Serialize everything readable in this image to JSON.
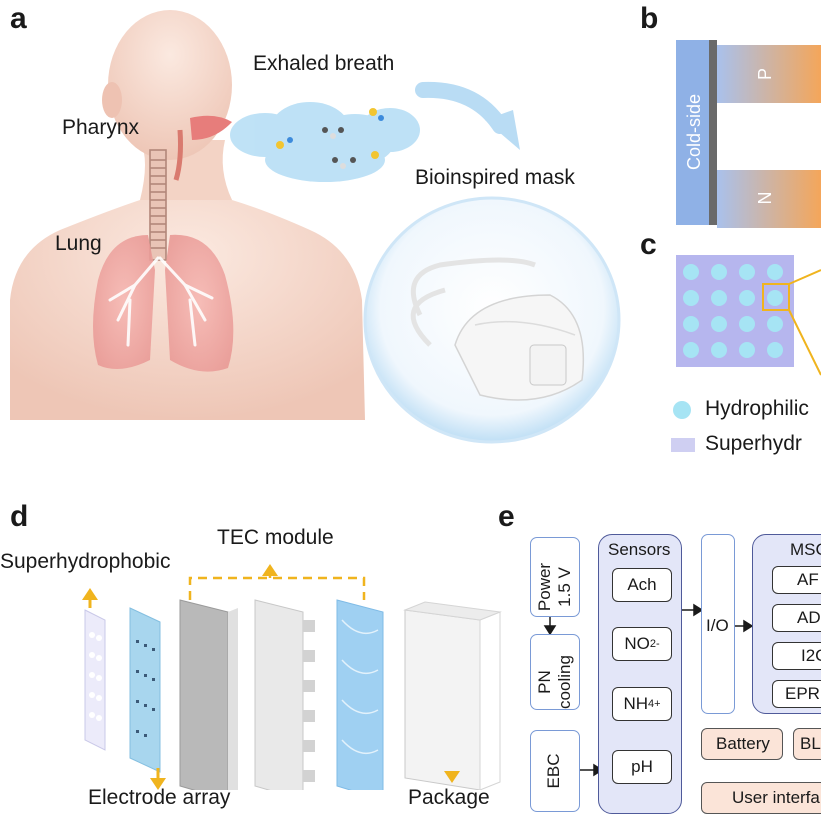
{
  "panel_a": {
    "letter": "a",
    "pharynx": "Pharynx",
    "lung": "Lung",
    "exhaled_breath": "Exhaled breath",
    "mask": "Bioinspired mask"
  },
  "panel_b": {
    "letter": "b",
    "cold_side": "Cold-side",
    "p_label": "P",
    "n_label": "N"
  },
  "panel_c": {
    "letter": "c",
    "legend": [
      "Hydrophilic",
      "Superhydr"
    ]
  },
  "panel_d": {
    "letter": "d",
    "tec_module": "TEC module",
    "superhydrophobic": "Superhydrophobic",
    "electrode_array": "Electrode array",
    "package": "Package"
  },
  "panel_e": {
    "letter": "e",
    "power": "Power 1.5 V",
    "power_line1": "Power",
    "power_line2": "1.5 V",
    "pn_line1": "PN",
    "pn_line2": "cooling",
    "ebc": "EBC",
    "sensors_title": "Sensors",
    "sensors": [
      "Ach",
      "NO2-",
      "NH4+",
      "pH"
    ],
    "no2_base": "NO",
    "no2_sub": "2",
    "no2_sup": "-",
    "nh4_base": "NH",
    "nh4_sub": "4",
    "nh4_sup": "+",
    "ach": "Ach",
    "ph": "pH",
    "io": "I/O",
    "msc_title": "MSC",
    "msc_items": [
      "AF",
      "AD",
      "I2C",
      "EPR"
    ],
    "battery": "Battery",
    "ble": "BL",
    "user_interface": "User interfa"
  },
  "colors": {
    "accent_yellow": "#f0b41e",
    "cold_side_blue": "#8fb1e6",
    "peltier_orange": "#f4a65a",
    "lavender": "#e3e6f8",
    "peach": "#fbe4d8",
    "dot_cyan": "#a6e4f4"
  }
}
